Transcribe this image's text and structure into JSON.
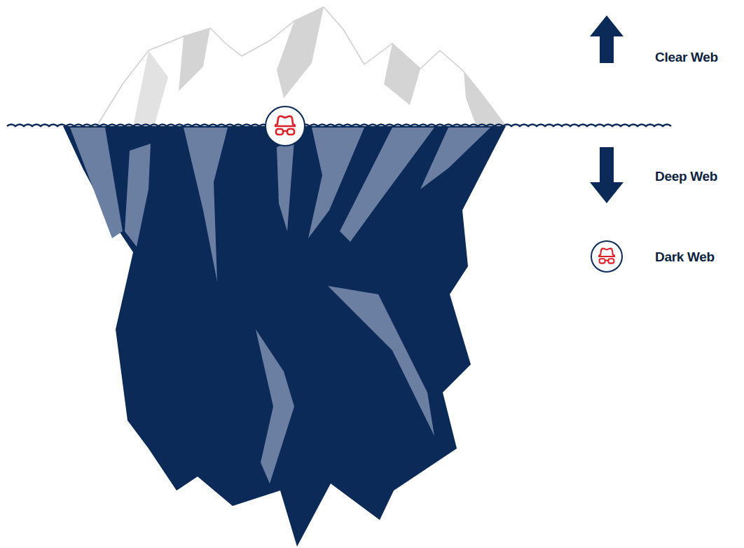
{
  "diagram": {
    "legend": [
      {
        "text": "Clear Web"
      },
      {
        "text": "Deep Web"
      },
      {
        "text": "Dark Web"
      }
    ]
  }
}
